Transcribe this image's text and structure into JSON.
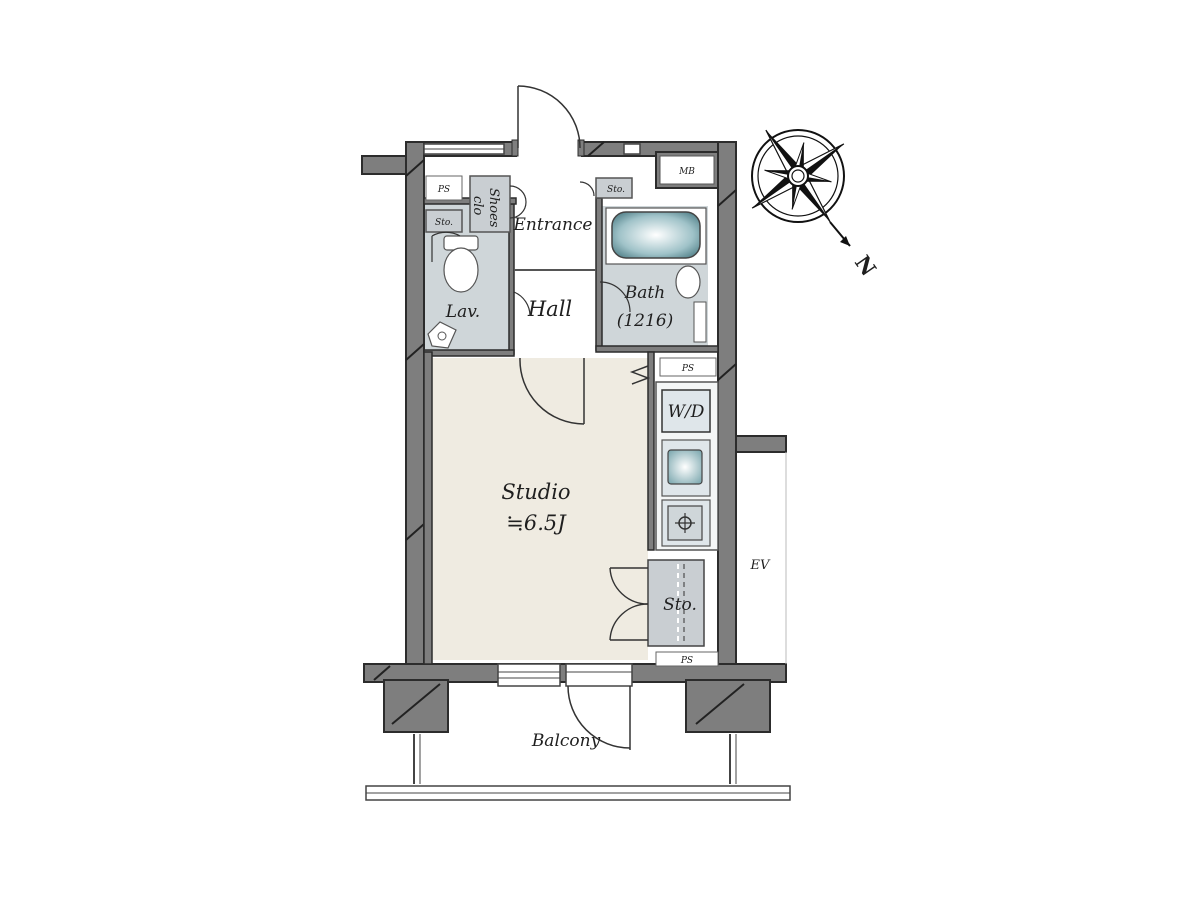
{
  "rooms": {
    "studio": {
      "name": "Studio",
      "area": "≒6.5J"
    },
    "bath": {
      "name": "Bath",
      "size": "(1216)"
    },
    "lavatory": {
      "name": "Lav."
    },
    "hall": {
      "name": "Hall"
    },
    "entrance": {
      "name": "Entrance"
    },
    "shoes_closet": {
      "line1": "Shoes",
      "line2": "clo"
    },
    "balcony": {
      "name": "Balcony"
    }
  },
  "fixtures": {
    "ps": "PS",
    "storage": "Sto.",
    "meter_box": "MB",
    "washer_dryer": "W/D",
    "elevator": "EV"
  },
  "compass": {
    "north": "N"
  },
  "colors": {
    "wall": "#7e7e7e",
    "wall_edge": "#2c2c2c",
    "studio_floor": "#efebe1",
    "wet_area": "#cfd6d9",
    "fixture": "#dfe6ea",
    "storage": "#c9ced2"
  }
}
